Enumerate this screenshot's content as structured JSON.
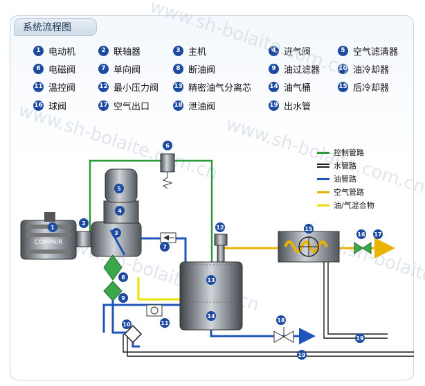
{
  "title": "系统流程图",
  "legend": [
    {
      "n": "1",
      "label": "电动机"
    },
    {
      "n": "2",
      "label": "联轴器"
    },
    {
      "n": "3",
      "label": "主机"
    },
    {
      "n": "4",
      "label": "进气阀"
    },
    {
      "n": "5",
      "label": "空气滤清器"
    },
    {
      "n": "6",
      "label": "电磁阀"
    },
    {
      "n": "7",
      "label": "单向阀"
    },
    {
      "n": "8",
      "label": "断油阀"
    },
    {
      "n": "9",
      "label": "油过滤器"
    },
    {
      "n": "10",
      "label": "油冷却器"
    },
    {
      "n": "11",
      "label": "温控阀"
    },
    {
      "n": "12",
      "label": "最小压力阀"
    },
    {
      "n": "13",
      "label": "精密油气分离芯"
    },
    {
      "n": "14",
      "label": "油气桶"
    },
    {
      "n": "15",
      "label": "后冷却器"
    },
    {
      "n": "16",
      "label": "球阀"
    },
    {
      "n": "17",
      "label": "空气出口"
    },
    {
      "n": "18",
      "label": "泄油阀"
    },
    {
      "n": "19",
      "label": "出水管"
    }
  ],
  "pipe_legend": [
    {
      "label": "控制管路",
      "color": "#2a9a3a",
      "style": "single"
    },
    {
      "label": "水管路",
      "color": "#1a1a1a",
      "style": "double"
    },
    {
      "label": "油管路",
      "color": "#1f55b8",
      "style": "single"
    },
    {
      "label": "空气管路",
      "color": "#e9b400",
      "style": "single"
    },
    {
      "label": "油/气混合物",
      "color": "#e9e000",
      "style": "single"
    }
  ],
  "motor_label": "COMPAIR",
  "watermark": "www.sh-bolaite.com.cn",
  "colors": {
    "control": "#2a9a3a",
    "water": "#1a1a1a",
    "oil": "#1f55b8",
    "air": "#e9b400",
    "mix": "#e9e000",
    "badge": "#1b4aa0"
  }
}
